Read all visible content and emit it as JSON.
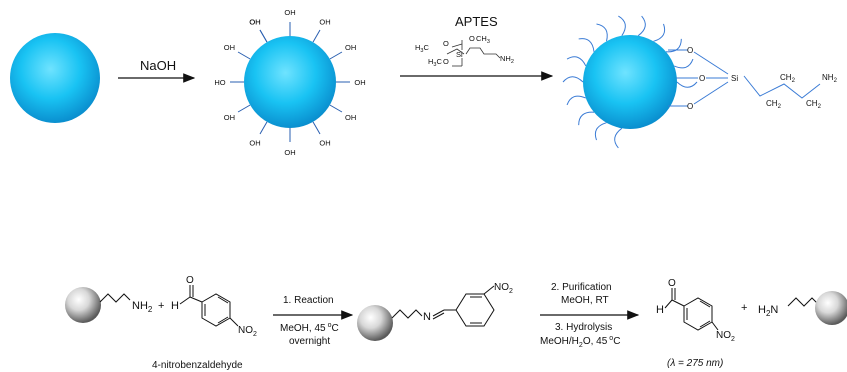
{
  "top_scheme": {
    "step1_reagent": "NaOH",
    "hydroxyl_label": "OH",
    "hydroxyl_left_label": "HO",
    "step2_reagent_name": "APTES",
    "aptes_structure": {
      "ethyl_top": "CH",
      "ethyl_top_sub": "3",
      "ethyl_left": "H",
      "ethyl_left_sub": "3",
      "ethyl_left_c": "C",
      "ethyl_bottom": "H",
      "ethyl_bottom_sub": "3",
      "ethyl_bottom_c": "C",
      "oxygen": "O",
      "silicon": "Si",
      "amine": "NH",
      "amine_sub": "2"
    },
    "product": {
      "oxygen": "O",
      "silicon": "Si",
      "ch2": "CH",
      "ch2_sub": "2",
      "amine": "NH",
      "amine_sub": "2"
    }
  },
  "bottom_scheme": {
    "nh2": "NH",
    "nh2_sub": "2",
    "plus": "+",
    "h": "H",
    "o": "O",
    "no2": "NO",
    "no2_sub": "2",
    "reagent_name": "4-nitrobenzaldehyde",
    "step1_above": "1. Reaction",
    "step1_below_line1": "MeOH, 45",
    "step1_below_deg": "o",
    "step1_below_unit": "C",
    "step1_below_line2": "overnight",
    "imine_n": "N",
    "step2_above_line1": "2. Purification",
    "step2_above_line2": "MeOH, RT",
    "step3_below_line1": "3. Hydrolysis",
    "step3_below_line2a": "MeOH/H",
    "step3_below_line2b": "O, 45",
    "step3_sub": "2",
    "step3_deg": "o",
    "step3_unit": "C",
    "h2n": "H",
    "h2n_sub": "2",
    "h2n_n": "N",
    "wavelength": "(λ = 275 nm)"
  }
}
